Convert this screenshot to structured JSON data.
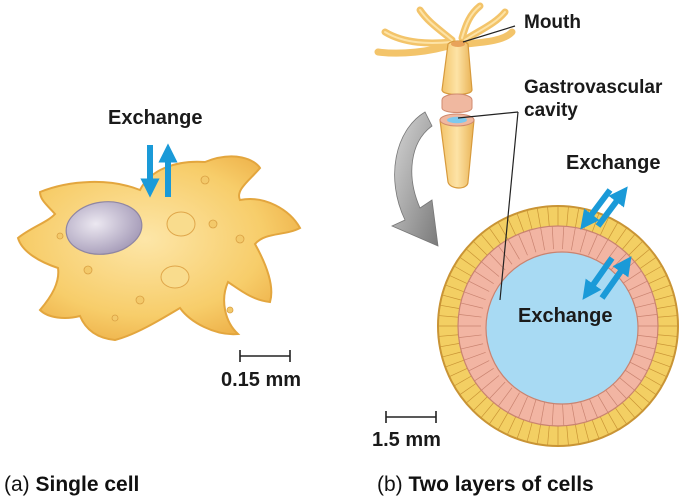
{
  "panel_a": {
    "exchange_label": "Exchange",
    "scale_label": "0.15 mm",
    "caption_letter": "(a)",
    "caption_text": "Single cell"
  },
  "panel_b": {
    "mouth_label": "Mouth",
    "cavity_label_line1": "Gastrovascular",
    "cavity_label_line2": "cavity",
    "exchange_outer_label": "Exchange",
    "exchange_inner_label": "Exchange",
    "scale_label": "1.5 mm",
    "caption_letter": "(b)",
    "caption_text": "Two layers of cells"
  },
  "colors": {
    "cell_fill": "#f6c45a",
    "cell_edge": "#e0a53a",
    "nucleus": "#b9b0c9",
    "cavity_fluid": "#a8daf3",
    "endoderm": "#f2b5a3",
    "ectoderm": "#f3cf63",
    "arrow_blue": "#1a9ad8",
    "curved_arrow": "#8c8c8c"
  }
}
